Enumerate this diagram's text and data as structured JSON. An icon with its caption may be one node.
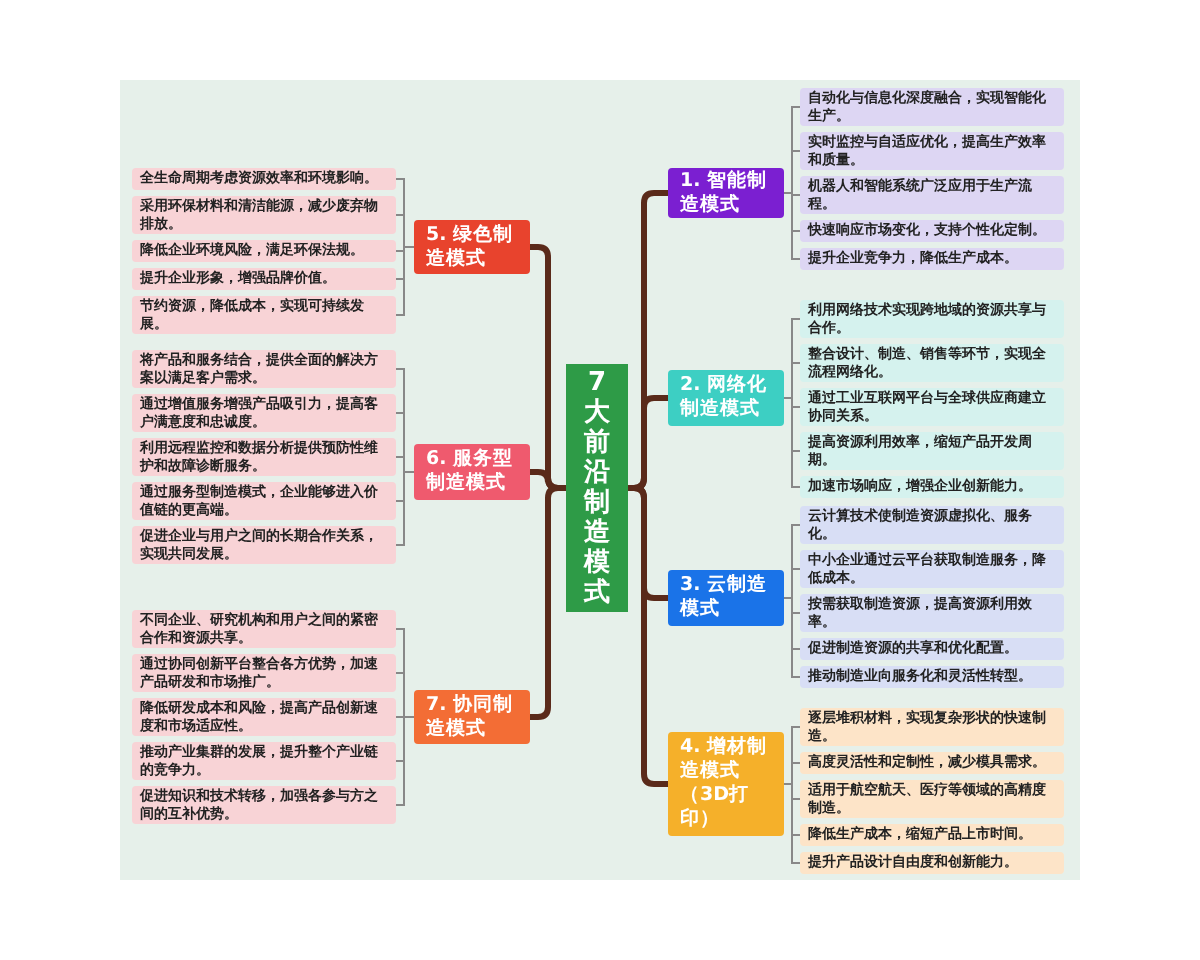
{
  "diagram": {
    "nodes": [
      {
        "text": [
          "7大前沿制造模式"
        ]
      },
      {
        "text": [
          "1. 智能制造模式"
        ]
      },
      {
        "text": [
          "自动化与信息化深度融合，实现智能化生产。"
        ]
      },
      {
        "text": [
          "实时监控与自适应优化，提高生产效率和质量。"
        ]
      },
      {
        "text": [
          "机器人和智能系统广泛应用于生产流程。"
        ]
      },
      {
        "text": [
          "快速响应市场变化，支持个性化定制。"
        ]
      },
      {
        "text": [
          "提升企业竞争力，降低生产成本。"
        ]
      },
      {
        "text": [
          "2. 网络化制造模式"
        ]
      },
      {
        "text": [
          "利用网络技术实现跨地域的资源共享与合作。"
        ]
      },
      {
        "text": [
          "整合设计、制造、销售等环节，实现全流程网络化。"
        ]
      },
      {
        "text": [
          "通过工业互联网平台与全球供应商建立协同关系。"
        ]
      },
      {
        "text": [
          "提高资源利用效率，缩短产品开发周期。"
        ]
      },
      {
        "text": [
          "加速市场响应，增强企业创新能力。"
        ]
      },
      {
        "text": [
          "3. 云制造模式"
        ]
      },
      {
        "text": [
          "云计算技术使制造资源虚拟化、服务化。"
        ]
      },
      {
        "text": [
          "中小企业通过云平台获取制造服务，降低成本。"
        ]
      },
      {
        "text": [
          "按需获取制造资源，提高资源利用效率。"
        ]
      },
      {
        "text": [
          "促进制造资源的共享和优化配置。"
        ]
      },
      {
        "text": [
          "推动制造业向服务化和灵活性转型。"
        ]
      },
      {
        "text": [
          "4. 增材制造模式（3D打印）"
        ]
      },
      {
        "text": [
          "逐层堆积材料，实现复杂形状的快速制造。"
        ]
      },
      {
        "text": [
          "高度灵活性和定制性，减少模具需求。"
        ]
      },
      {
        "text": [
          "适用于航空航天、医疗等领域的高精度制造。"
        ]
      },
      {
        "text": [
          "降低生产成本，缩短产品上市时间。"
        ]
      },
      {
        "text": [
          "提升产品设计自由度和创新能力。"
        ]
      },
      {
        "text": [
          "5. 绿色制造模式"
        ]
      },
      {
        "text": [
          "全生命周期考虑资源效率和环境影响。"
        ]
      },
      {
        "text": [
          "采用环保材料和清洁能源，减少废弃物排放。"
        ]
      },
      {
        "text": [
          "降低企业环境风险，满足环保法规。"
        ]
      },
      {
        "text": [
          "提升企业形象，增强品牌价值。"
        ]
      },
      {
        "text": [
          "节约资源，降低成本，实现可持续发展。"
        ]
      },
      {
        "text": [
          "6. 服务型制造模式"
        ]
      },
      {
        "text": [
          "将产品和服务结合，提供全面的解决方案以满足客户需求。"
        ]
      },
      {
        "text": [
          "通过增值服务增强产品吸引力，提高客户满意度和忠诚度。"
        ]
      },
      {
        "text": [
          "利用远程监控和数据分析提供预防性维护和故障诊断服务。"
        ]
      },
      {
        "text": [
          "通过服务型制造模式，企业能够进入价值链的更高端。"
        ]
      },
      {
        "text": [
          "促进企业与用户之间的长期合作关系，实现共同发展。"
        ]
      },
      {
        "text": [
          "7. 协同制造模式"
        ]
      },
      {
        "text": [
          "不同企业、研究机构和用户之间的紧密合作和资源共享。"
        ]
      },
      {
        "text": [
          "通过协同创新平台整合各方优势，加速产品研发和市场推广。"
        ]
      },
      {
        "text": [
          "降低研发成本和风险，提高产品创新速度和市场适应性。"
        ]
      },
      {
        "text": [
          "推动产业集群的发展，提升整个产业链的竞争力。"
        ]
      },
      {
        "text": [
          "促进知识和技术转移，加强各参与方之间的互补优势。"
        ]
      }
    ],
    "edges": [
      {
        "from": 0,
        "to": 1,
        "arrow": "none",
        "style": "thick",
        "color": "#5a2a1a"
      },
      {
        "from": 1,
        "to": 2,
        "arrow": "none"
      },
      {
        "from": 1,
        "to": 3,
        "arrow": "none"
      },
      {
        "from": 1,
        "to": 4,
        "arrow": "none"
      },
      {
        "from": 1,
        "to": 5,
        "arrow": "none"
      },
      {
        "from": 1,
        "to": 6,
        "arrow": "none"
      },
      {
        "from": 0,
        "to": 7,
        "arrow": "none",
        "style": "thick",
        "color": "#5a2a1a"
      },
      {
        "from": 7,
        "to": 8,
        "arrow": "none"
      },
      {
        "from": 7,
        "to": 9,
        "arrow": "none"
      },
      {
        "from": 7,
        "to": 10,
        "arrow": "none"
      },
      {
        "from": 7,
        "to": 11,
        "arrow": "none"
      },
      {
        "from": 7,
        "to": 12,
        "arrow": "none"
      },
      {
        "from": 0,
        "to": 13,
        "arrow": "none",
        "style": "thick",
        "color": "#5a2a1a"
      },
      {
        "from": 13,
        "to": 14,
        "arrow": "none"
      },
      {
        "from": 13,
        "to": 15,
        "arrow": "none"
      },
      {
        "from": 13,
        "to": 16,
        "arrow": "none"
      },
      {
        "from": 13,
        "to": 17,
        "arrow": "none"
      },
      {
        "from": 13,
        "to": 18,
        "arrow": "none"
      },
      {
        "from": 0,
        "to": 19,
        "arrow": "none",
        "style": "thick",
        "color": "#5a2a1a"
      },
      {
        "from": 19,
        "to": 20,
        "arrow": "none"
      },
      {
        "from": 19,
        "to": 21,
        "arrow": "none"
      },
      {
        "from": 19,
        "to": 22,
        "arrow": "none"
      },
      {
        "from": 19,
        "to": 23,
        "arrow": "none"
      },
      {
        "from": 19,
        "to": 24,
        "arrow": "none"
      },
      {
        "from": 0,
        "to": 25,
        "arrow": "none",
        "style": "thick",
        "color": "#5a2a1a"
      },
      {
        "from": 25,
        "to": 26,
        "arrow": "none"
      },
      {
        "from": 25,
        "to": 27,
        "arrow": "none"
      },
      {
        "from": 25,
        "to": 28,
        "arrow": "none"
      },
      {
        "from": 25,
        "to": 29,
        "arrow": "none"
      },
      {
        "from": 25,
        "to": 30,
        "arrow": "none"
      },
      {
        "from": 0,
        "to": 31,
        "arrow": "none",
        "style": "thick",
        "color": "#5a2a1a"
      },
      {
        "from": 31,
        "to": 32,
        "arrow": "none"
      },
      {
        "from": 31,
        "to": 33,
        "arrow": "none"
      },
      {
        "from": 31,
        "to": 34,
        "arrow": "none"
      },
      {
        "from": 31,
        "to": 35,
        "arrow": "none"
      },
      {
        "from": 31,
        "to": 36,
        "arrow": "none"
      },
      {
        "from": 0,
        "to": 37,
        "arrow": "none",
        "style": "thick",
        "color": "#5a2a1a"
      },
      {
        "from": 37,
        "to": 38,
        "arrow": "none"
      },
      {
        "from": 37,
        "to": 39,
        "arrow": "none"
      },
      {
        "from": 37,
        "to": 40,
        "arrow": "none"
      },
      {
        "from": 37,
        "to": 41,
        "arrow": "none"
      },
      {
        "from": 37,
        "to": 42,
        "arrow": "none"
      }
    ]
  }
}
